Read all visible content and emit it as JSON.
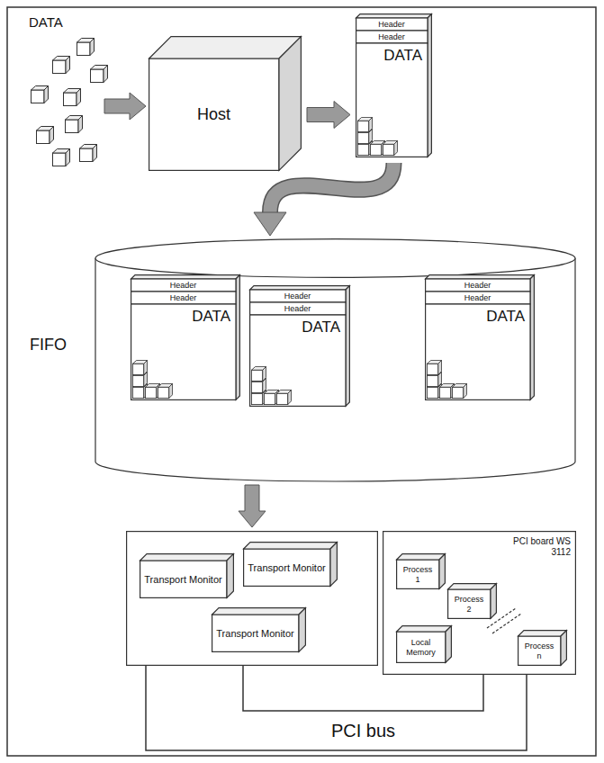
{
  "diagram": {
    "nodes": [
      {
        "text": [
          "Host"
        ]
      },
      {
        "text": [
          "Header",
          "Header",
          "DATA"
        ]
      },
      {
        "text": [
          "FIFO"
        ]
      },
      {
        "text": [
          "Header",
          "Header",
          "DATA"
        ],
        "in": 2
      },
      {
        "text": [
          "Header",
          "Header",
          "DATA"
        ],
        "in": 2
      },
      {
        "text": [
          "Header",
          "Header",
          "DATA"
        ],
        "in": 2
      },
      {
        "text": []
      },
      {
        "text": [
          "Transport Monitor"
        ],
        "in": 6
      },
      {
        "text": [
          "Transport Monitor"
        ],
        "in": 6
      },
      {
        "text": [
          "Transport Monitor"
        ],
        "in": 6
      },
      {
        "text": [
          "PCI board WS 3112"
        ]
      },
      {
        "text": [
          "Process 1"
        ],
        "in": 10
      },
      {
        "text": [
          "Process 2"
        ],
        "in": 10
      },
      {
        "text": [
          "Local Memory"
        ],
        "in": 10
      },
      {
        "text": [
          "Process n"
        ],
        "in": 10
      }
    ],
    "edges": [
      {
        "from": 0,
        "to": 1,
        "arrow": "to"
      },
      {
        "from": 1,
        "to": 2,
        "arrow": "to"
      },
      {
        "from": 2,
        "to": 6,
        "arrow": "to"
      },
      {
        "from": 6,
        "to": 10,
        "label": "PCI bus",
        "arrow": "none"
      }
    ],
    "labels": [
      "DATA"
    ]
  }
}
